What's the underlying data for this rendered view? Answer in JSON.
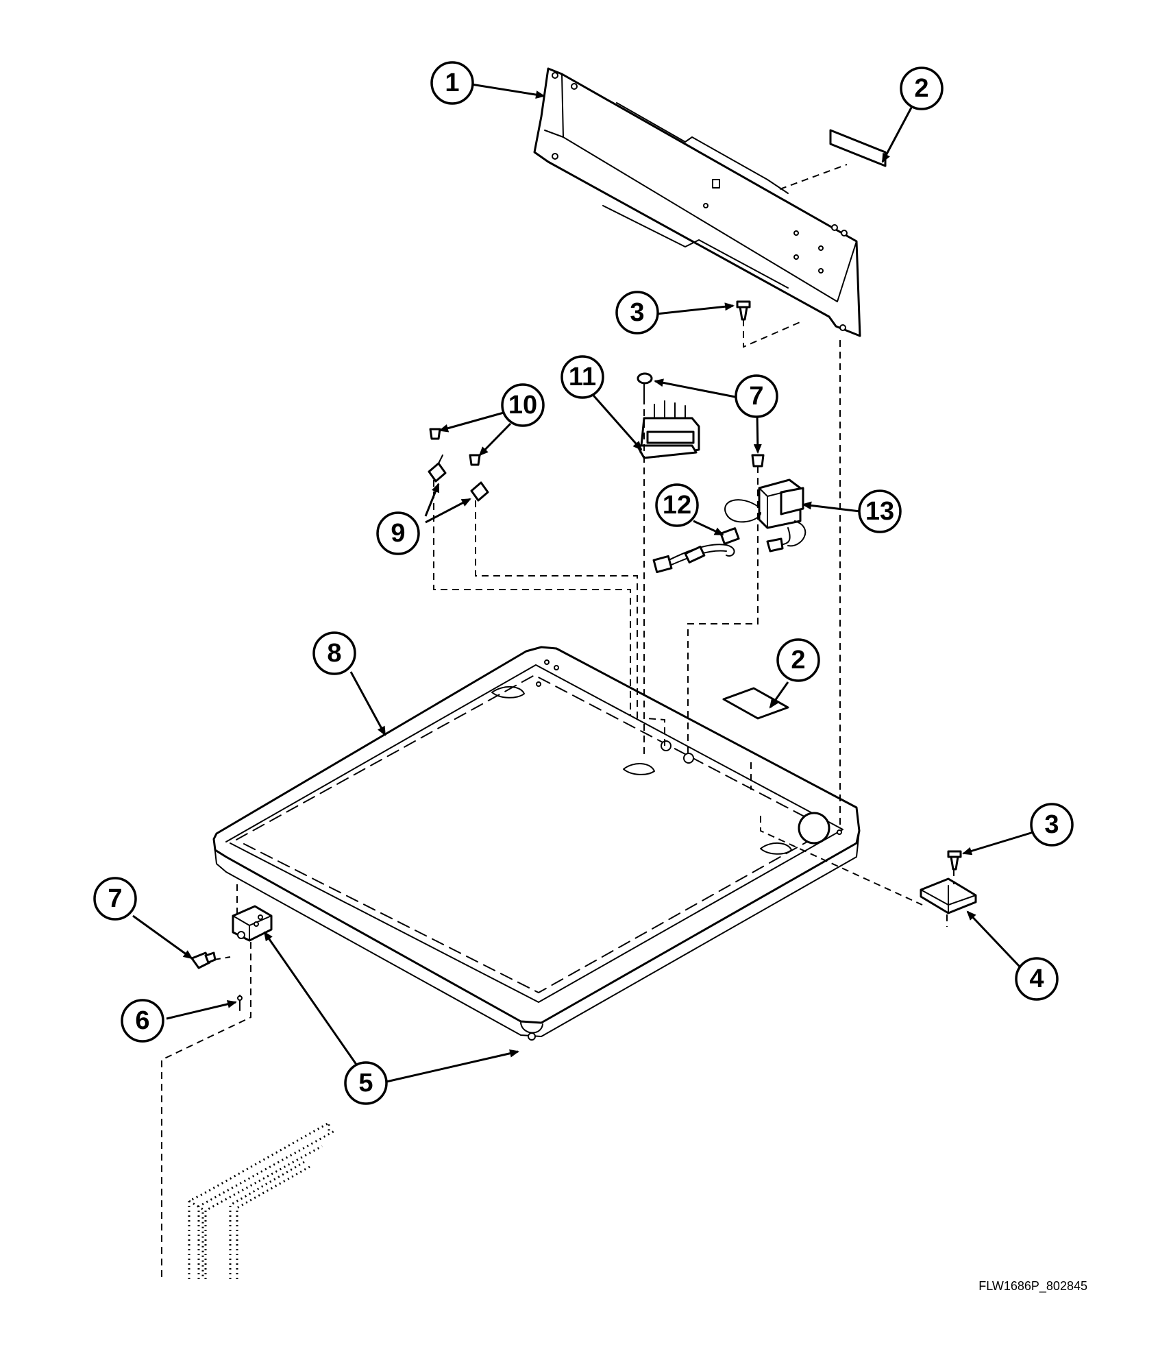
{
  "callouts": {
    "c1": "1",
    "c2a": "2",
    "c2b": "2",
    "c3a": "3",
    "c3b": "3",
    "c4": "4",
    "c5": "5",
    "c6": "6",
    "c7a": "7",
    "c7b": "7",
    "c8": "8",
    "c9": "9",
    "c10": "10",
    "c11": "11",
    "c12": "12",
    "c13": "13"
  },
  "drawing_reference": "FLW1686P_802845"
}
